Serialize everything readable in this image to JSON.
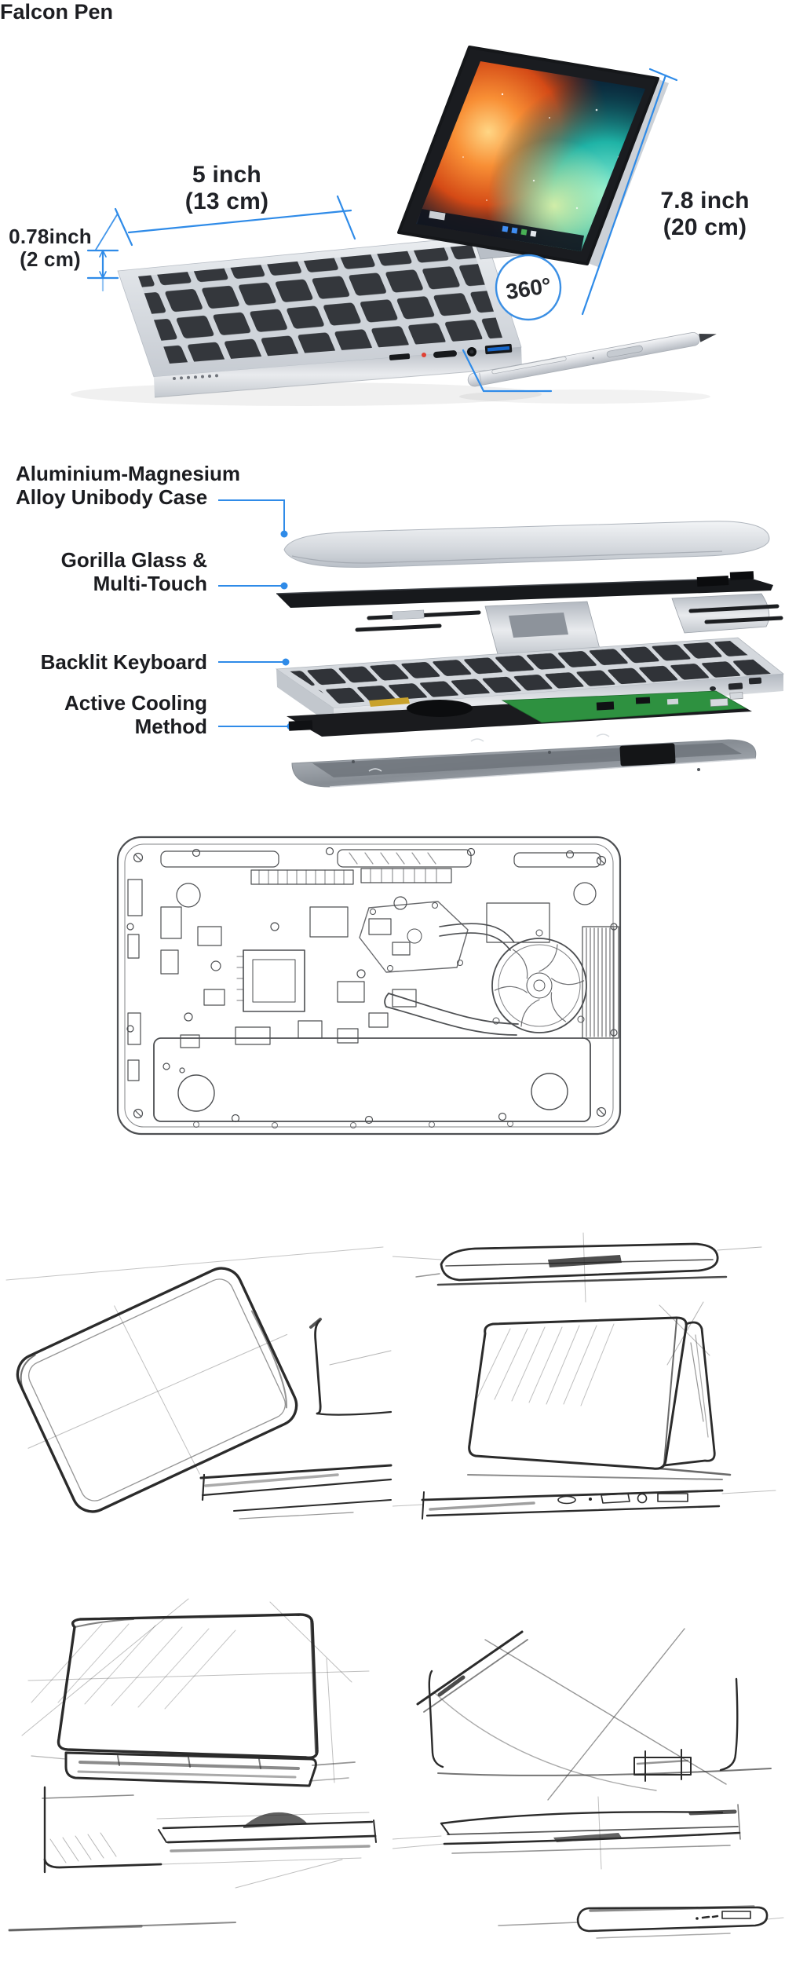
{
  "hero": {
    "dim_width": {
      "line1": "5 inch",
      "line2": "(13 cm)"
    },
    "dim_thickness": {
      "line1": "0.78inch",
      "line2": "(2 cm)"
    },
    "dim_diagonal": {
      "line1": "7.8 inch",
      "line2": "(20 cm)"
    },
    "rotation_badge": "360°",
    "pen_label": "Falcon Pen"
  },
  "exploded": {
    "labels": [
      {
        "line1": "Aluminium-Magnesium",
        "line2": "Alloy Unibody Case"
      },
      {
        "line1": "Gorilla Glass &",
        "line2": "Multi-Touch"
      },
      {
        "line1": "Backlit Keyboard",
        "line2": ""
      },
      {
        "line1": "Active Cooling",
        "line2": "Method"
      }
    ]
  },
  "colors": {
    "accent_blue": "#2f8be8",
    "text_dark": "#1d1e22",
    "pcb_green": "#2e9140",
    "usb_blue": "#1565c8"
  }
}
